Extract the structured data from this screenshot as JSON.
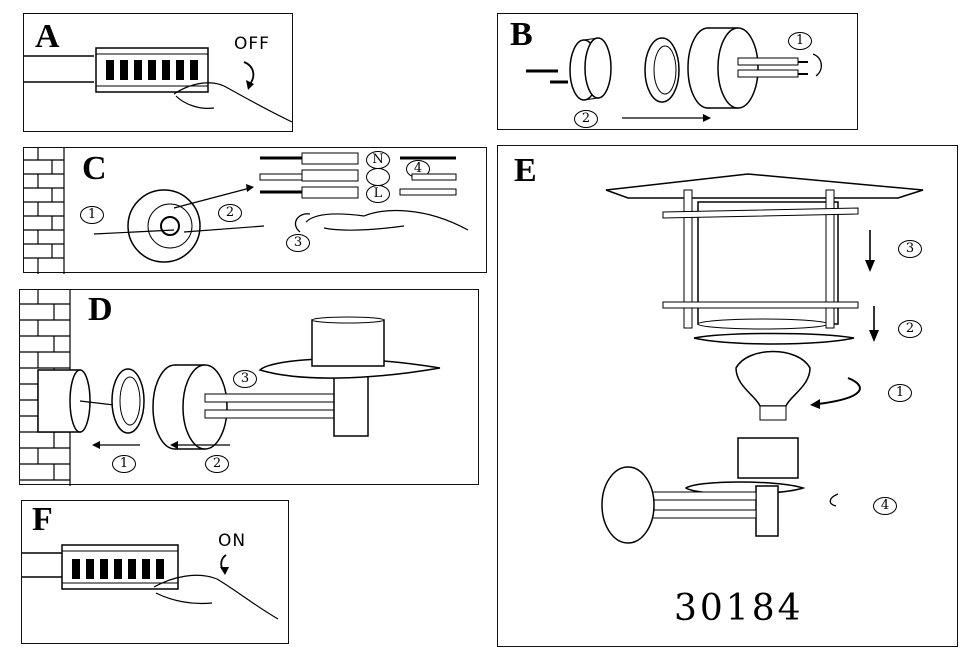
{
  "panels": {
    "A": {
      "letter": "A",
      "switch_label": "OFF"
    },
    "B": {
      "letter": "B",
      "steps": [
        "1",
        "2"
      ]
    },
    "C": {
      "letter": "C",
      "steps": [
        "1",
        "2",
        "3",
        "4"
      ],
      "terminals": [
        "N",
        "",
        "L"
      ]
    },
    "D": {
      "letter": "D",
      "steps": [
        "1",
        "2",
        "3"
      ]
    },
    "E": {
      "letter": "E",
      "steps": [
        "1",
        "2",
        "3",
        "4"
      ]
    },
    "F": {
      "letter": "F",
      "switch_label": "ON"
    }
  },
  "product_code": "30184"
}
